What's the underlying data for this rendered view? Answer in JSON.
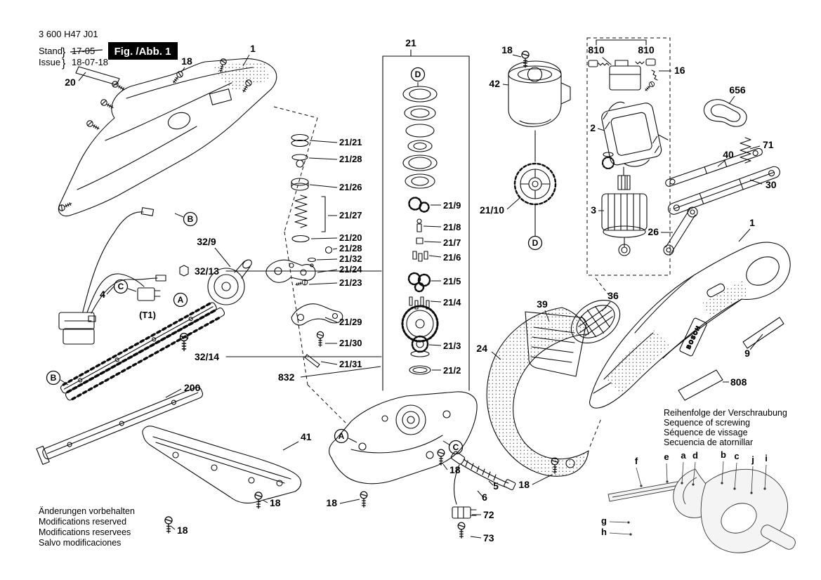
{
  "meta": {
    "part_number": "3 600 H47 J01",
    "stand_label": "Stand",
    "stand_value": "17-05",
    "issue_label": "Issue",
    "issue_value": "18-07-18",
    "brace": "}",
    "fig_label": "Fig. /Abb. 1"
  },
  "brand": "BOSCH",
  "callouts": {
    "n1": "1",
    "n2": "2",
    "n3": "3",
    "n4": "4",
    "n5": "5",
    "n6": "6",
    "n9": "9",
    "n16": "16",
    "n18": "18",
    "n20": "20",
    "n21": "21",
    "n24": "24",
    "n26": "26",
    "n30": "30",
    "n36": "36",
    "n39": "39",
    "n40": "40",
    "n41": "41",
    "n42": "42",
    "n71": "71",
    "n72": "72",
    "n73": "73",
    "n200": "200",
    "n656": "656",
    "n808": "808",
    "n810": "810",
    "n832": "832",
    "n21_2": "21/2",
    "n21_3": "21/3",
    "n21_4": "21/4",
    "n21_5": "21/5",
    "n21_6": "21/6",
    "n21_7": "21/7",
    "n21_8": "21/8",
    "n21_9": "21/9",
    "n21_10": "21/10",
    "n21_20": "21/20",
    "n21_21": "21/21",
    "n21_23": "21/23",
    "n21_24": "21/24",
    "n21_26": "21/26",
    "n21_27": "21/27",
    "n21_28": "21/28",
    "n21_29": "21/29",
    "n21_30": "21/30",
    "n21_31": "21/31",
    "n21_32": "21/32",
    "n32_9": "32/9",
    "n32_13": "32/13",
    "n32_14": "32/14",
    "t1": "(T1)"
  },
  "refs": {
    "A": "A",
    "B": "B",
    "C": "C",
    "D": "D"
  },
  "seq": {
    "f": "f",
    "e": "e",
    "a": "a",
    "d": "d",
    "b": "b",
    "c": "c",
    "j": "j",
    "i": "i",
    "g": "g",
    "h": "h"
  },
  "notes": {
    "modifications": [
      "Änderungen vorbehalten",
      "Modifications reserved",
      "Modifications reservees",
      "Salvo modificaciones"
    ],
    "sequence": [
      "Reihenfolge der Verschraubung",
      "Sequence of screwing",
      "Séquence de vissage",
      "Secuencia de atornillar"
    ]
  }
}
